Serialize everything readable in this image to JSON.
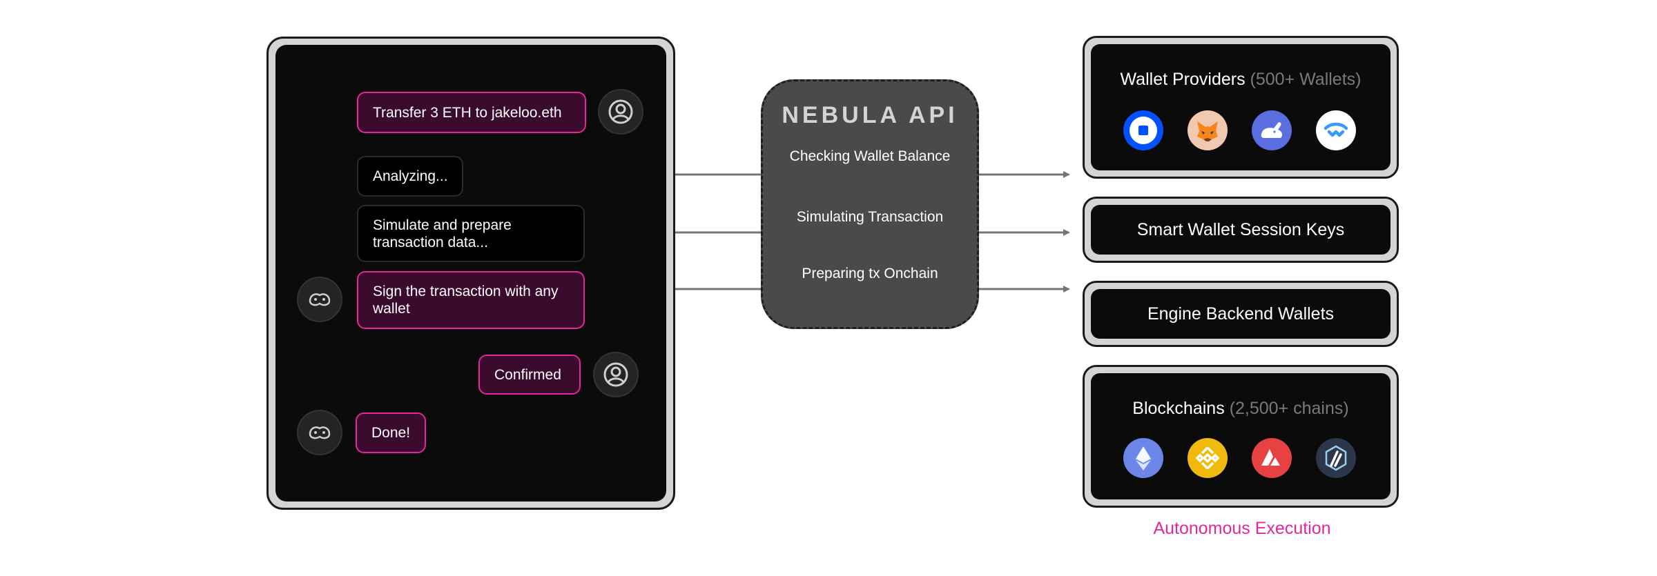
{
  "chat": {
    "messages": [
      {
        "role": "user",
        "text": "Transfer 3 ETH to jakeloo.eth"
      },
      {
        "role": "bot",
        "text": "Analyzing..."
      },
      {
        "role": "bot",
        "text": "Simulate and prepare transaction data..."
      },
      {
        "role": "bot",
        "text": "Sign the transaction with any wallet"
      },
      {
        "role": "user",
        "text": "Confirmed"
      },
      {
        "role": "bot",
        "text": "Done!"
      }
    ]
  },
  "api": {
    "title": "NEBULA API",
    "steps": [
      "Checking Wallet Balance",
      "Simulating Transaction",
      "Preparing tx Onchain"
    ]
  },
  "cards": {
    "wallet_providers": {
      "title": "Wallet Providers",
      "subtitle": "(500+ Wallets)",
      "icons": [
        "coinbase-wallet-icon",
        "metamask-icon",
        "rainbow-wallet-icon",
        "walletconnect-icon"
      ]
    },
    "session_keys": {
      "title": "Smart Wallet Session Keys"
    },
    "engine": {
      "title": "Engine Backend Wallets"
    },
    "blockchains": {
      "title": "Blockchains",
      "subtitle": "(2,500+ chains)",
      "icons": [
        "ethereum-icon",
        "bnb-chain-icon",
        "avalanche-icon",
        "arbitrum-icon"
      ]
    }
  },
  "footer": {
    "label": "Autonomous Execution"
  },
  "colors": {
    "accent": "#e3279d",
    "connector": "#757575"
  }
}
